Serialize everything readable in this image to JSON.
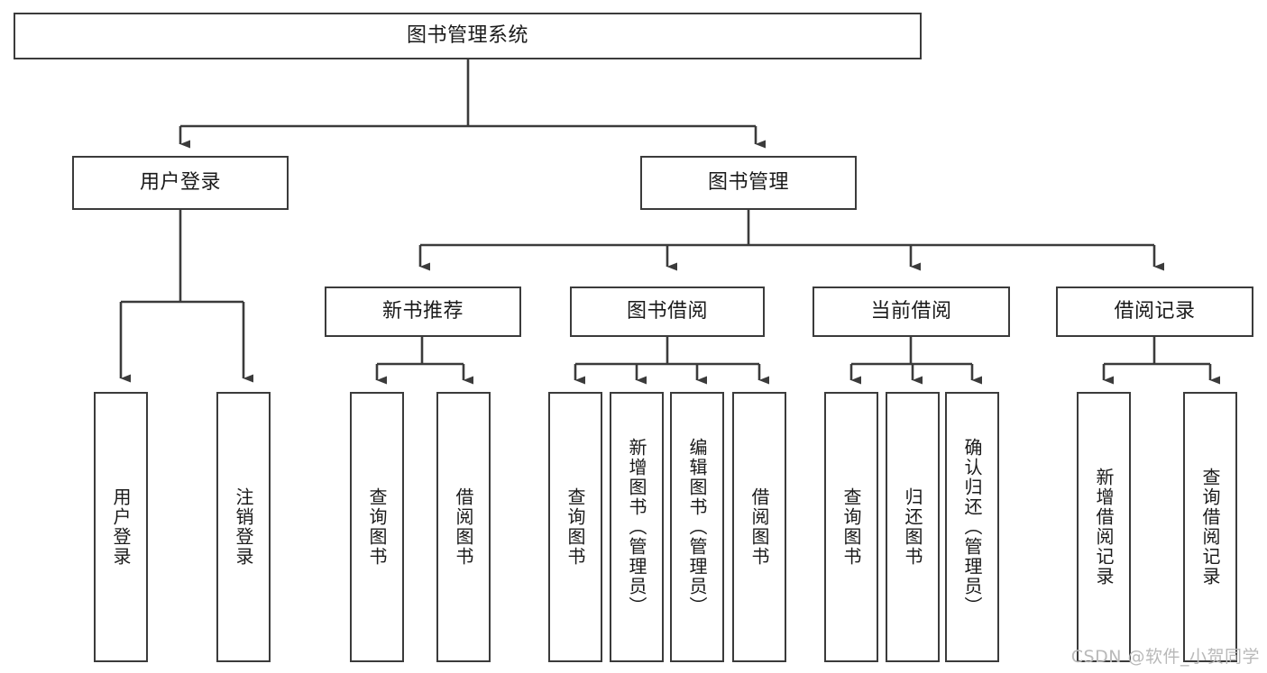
{
  "diagram": {
    "title": "图书管理系统",
    "watermark": "CSDN @软件_小贺同学",
    "colors": {
      "box_border": "#3b3b3b",
      "connector": "#3b3b3b",
      "background": "#ffffff",
      "text": "#1a1a1a",
      "watermark": "#b9b9b9"
    },
    "root": {
      "label": "图书管理系统"
    },
    "level1": [
      {
        "label": "用户登录"
      },
      {
        "label": "图书管理"
      }
    ],
    "level2": [
      {
        "label": "新书推荐"
      },
      {
        "label": "图书借阅"
      },
      {
        "label": "当前借阅"
      },
      {
        "label": "借阅记录"
      }
    ],
    "leaves": {
      "user_login": [
        {
          "label": "用户登录"
        },
        {
          "label": "注销登录"
        }
      ],
      "new_book_recommend": [
        {
          "label": "查询图书"
        },
        {
          "label": "借阅图书"
        }
      ],
      "book_borrow": [
        {
          "label": "查询图书"
        },
        {
          "label": "新增图书（管理员）"
        },
        {
          "label": "编辑图书（管理员）"
        },
        {
          "label": "借阅图书"
        }
      ],
      "current_borrow": [
        {
          "label": "查询图书"
        },
        {
          "label": "归还图书"
        },
        {
          "label": "确认归还（管理员）"
        }
      ],
      "borrow_record": [
        {
          "label": "新增借阅记录"
        },
        {
          "label": "查询借阅记录"
        }
      ]
    }
  }
}
